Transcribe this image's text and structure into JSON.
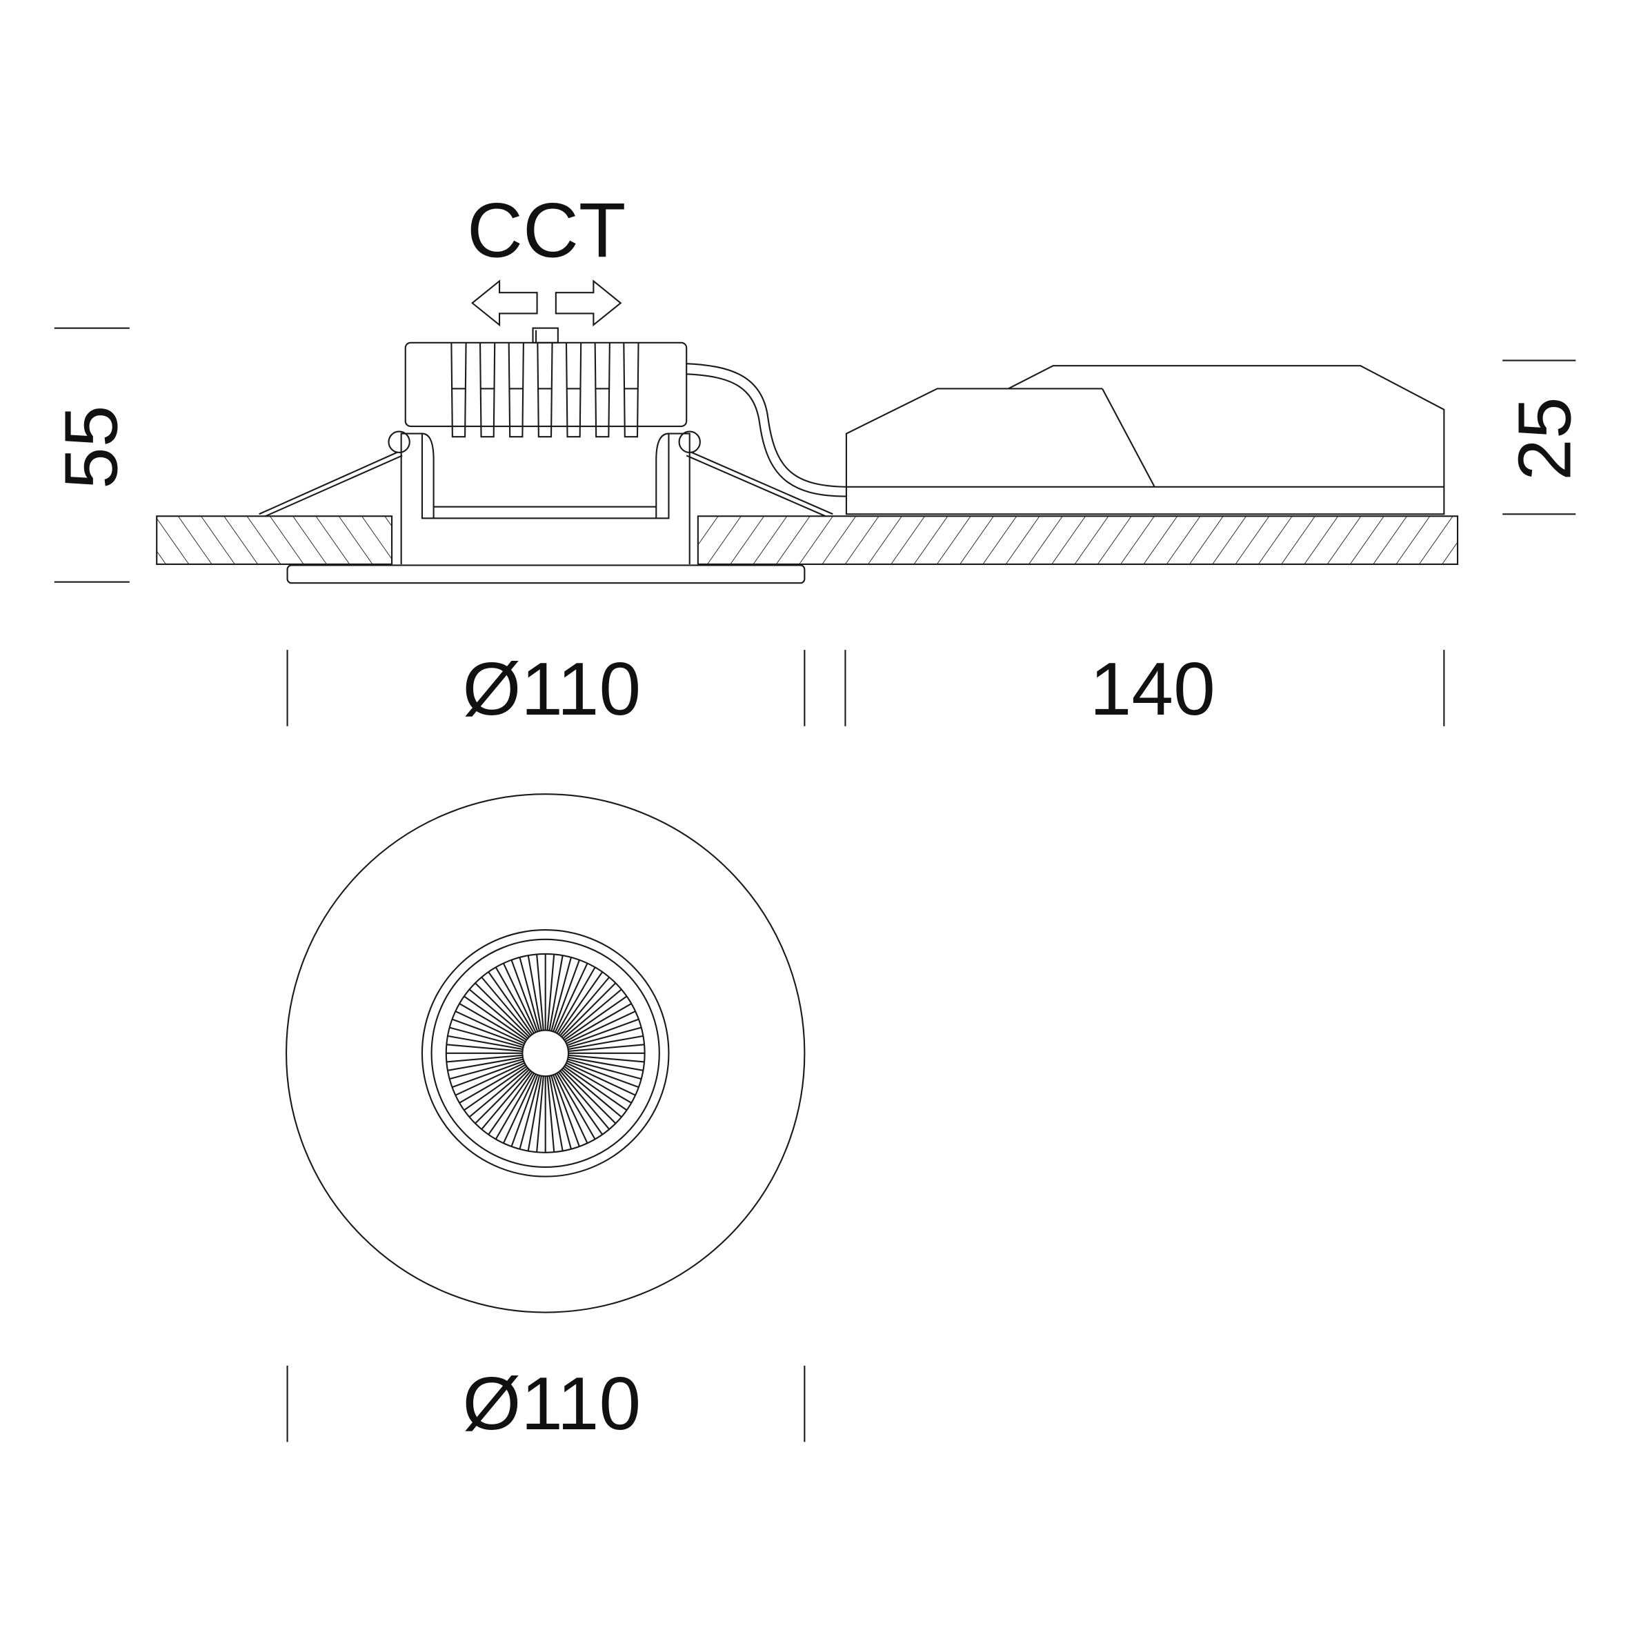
{
  "labels": {
    "cct": "CCT",
    "height_total": "55",
    "height_driver": "25",
    "diameter_side": "Ø110",
    "driver_length": "140",
    "diameter_bottom": "Ø110"
  },
  "colors": {
    "line": "#1a1a1a",
    "background": "#ffffff"
  }
}
